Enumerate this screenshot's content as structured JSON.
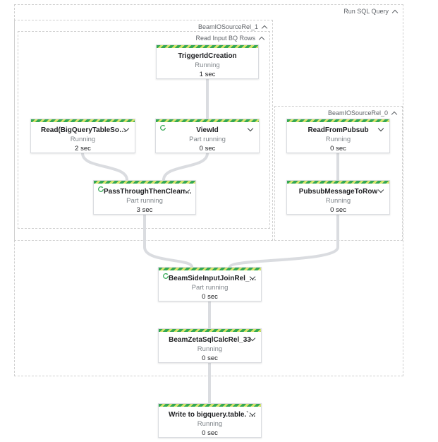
{
  "groups": {
    "run_sql_query": "Run SQL Query",
    "source_rel_1": "BeamIOSourceRel_1",
    "read_input_rows": "Read Input BQ Rows",
    "source_rel_0": "BeamIOSourceRel_0"
  },
  "nodes": {
    "trigger_id": {
      "name": "TriggerIdCreation",
      "status": "Running",
      "time": "1 sec"
    },
    "read_bq": {
      "name": "Read(BigQueryTableSo…",
      "status": "Running",
      "time": "2 sec"
    },
    "view_id": {
      "name": "ViewId",
      "status": "Part running",
      "time": "0 sec"
    },
    "pass_through": {
      "name": "PassThroughThenClean…",
      "status": "Part running",
      "time": "3 sec"
    },
    "read_pubsub": {
      "name": "ReadFromPubsub",
      "status": "Running",
      "time": "0 sec"
    },
    "pubsub_to_row": {
      "name": "PubsubMessageToRow",
      "status": "Running",
      "time": "0 sec"
    },
    "side_input_join": {
      "name": "BeamSideInputJoinRel_…",
      "status": "Part running",
      "time": "0 sec"
    },
    "calc_rel": {
      "name": "BeamZetaSqlCalcRel_33",
      "status": "Running",
      "time": "0 sec"
    },
    "write_bq": {
      "name": "Write to bigquery.table.`…",
      "status": "Running",
      "time": "0 sec"
    }
  },
  "colors": {
    "running_stripe_primary": "#34a853",
    "running_stripe_secondary": "#d5e36a",
    "edge": "#dadce0"
  }
}
